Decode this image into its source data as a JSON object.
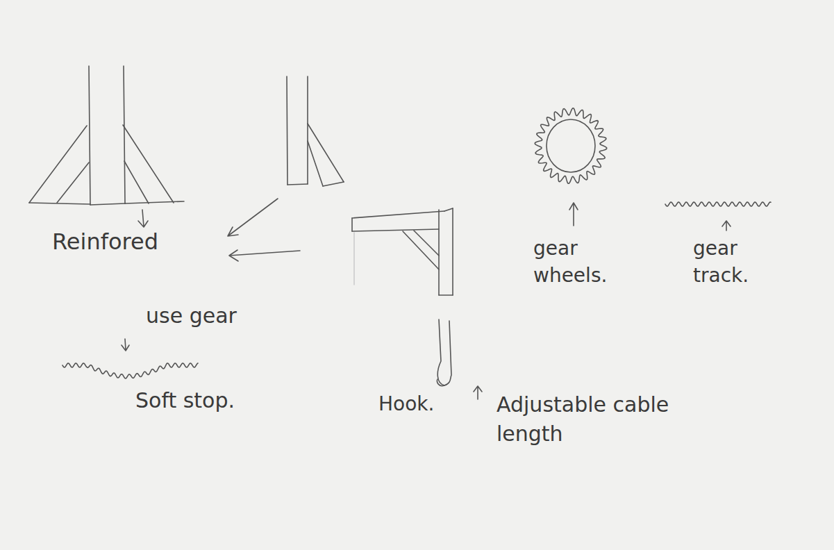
{
  "diagram": {
    "labels": [
      "Reinfored",
      "use gear",
      "Soft stop.",
      "Hook.",
      "Adjustable cable length",
      "gear wheels.",
      "gear track."
    ]
  }
}
